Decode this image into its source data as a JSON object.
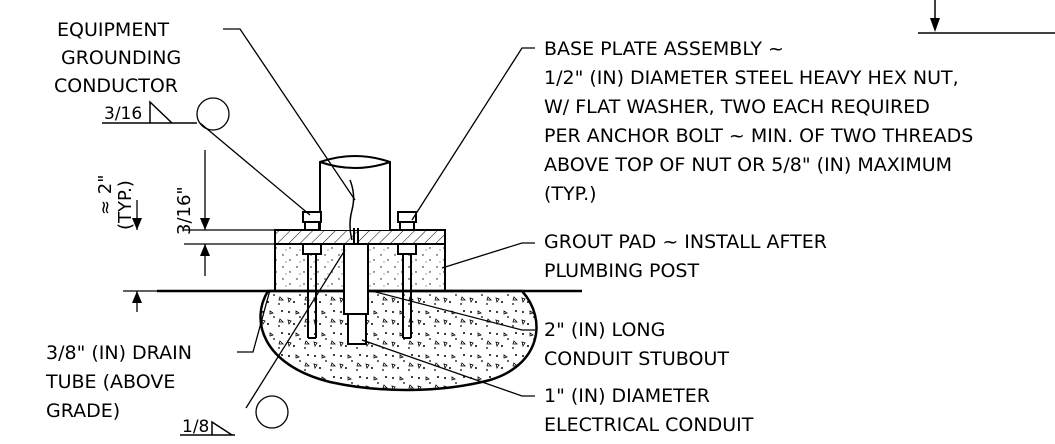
{
  "labels": {
    "equipment_grounding": [
      "EQUIPMENT",
      "GROUNDING",
      "CONDUCTOR"
    ],
    "base_plate": [
      "BASE PLATE ASSEMBLY ~",
      "1/2\" (IN) DIAMETER STEEL HEAVY HEX NUT,",
      "W/ FLAT WASHER, TWO EACH REQUIRED",
      "PER ANCHOR BOLT ~ MIN. OF TWO THREADS",
      "ABOVE TOP OF NUT OR 5/8\" (IN) MAXIMUM",
      "(TYP.)"
    ],
    "grout_pad": [
      "GROUT PAD ~ INSTALL AFTER",
      "PLUMBING POST"
    ],
    "stubout": [
      "2\" (IN) LONG",
      "CONDUIT STUBOUT"
    ],
    "conduit": [
      "1\" (IN) DIAMETER",
      "ELECTRICAL CONDUIT"
    ],
    "drain_tube": [
      "3/8\" (IN) DRAIN",
      "TUBE (ABOVE",
      "GRADE)"
    ]
  },
  "welds": {
    "top": "3/16",
    "bottom": "1/8"
  },
  "dimensions": {
    "height_3_16": "3/16\"",
    "approx_2": "≈ 2\"",
    "typ": "(TYP.)"
  }
}
